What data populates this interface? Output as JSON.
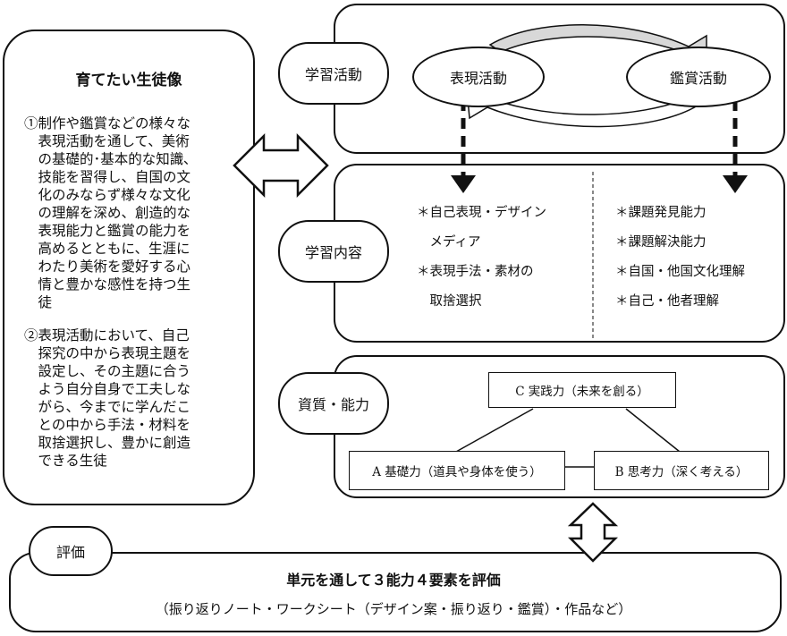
{
  "left_panel": {
    "title": "育てたい生徒像",
    "item1": "①制作や鑑賞などの様々な\n　表現活動を通して、美術\n　の基礎的･基本的な知識､\n　技能を習得し、自国の文\n　化のみならず様々な文化\n　の理解を深め、創造的な\n　表現能力と鑑賞の能力を\n　高めるとともに、生涯に\n　わたり美術を愛好する心\n　情と豊かな感性を持つ生\n　徒",
    "item2": "②表現活動において、自己\n　探究の中から表現主題を\n　設定し、その主題に合う\n　よう自分自身で工夫しな\n　がら、今までに学んだこ\n　との中から手法・材料を\n　取捨選択し、豊かに創造\n　できる生徒"
  },
  "activities": {
    "label": "学習活動",
    "expression": "表現活動",
    "appreciation": "鑑賞活動"
  },
  "content": {
    "label": "学習内容",
    "left_items": "＊自己表現・デザイン\n　メディア\n＊表現手法・素材の\n　取捨選択",
    "right_items": "＊課題発見能力\n＊課題解決能力\n＊自国・他国文化理解\n＊自己・他者理解"
  },
  "abilities": {
    "label": "資質・能力",
    "c": "C 実践力（未来を創る）",
    "a": "A 基礎力（道具や身体を使う）",
    "b": "B 思考力（深く考える）"
  },
  "evaluation": {
    "label": "評価",
    "title": "単元を通して３能力４要素を評価",
    "detail": "（振り返りノート・ワークシート（デザイン案・振り返り・鑑賞）・作品など）"
  }
}
